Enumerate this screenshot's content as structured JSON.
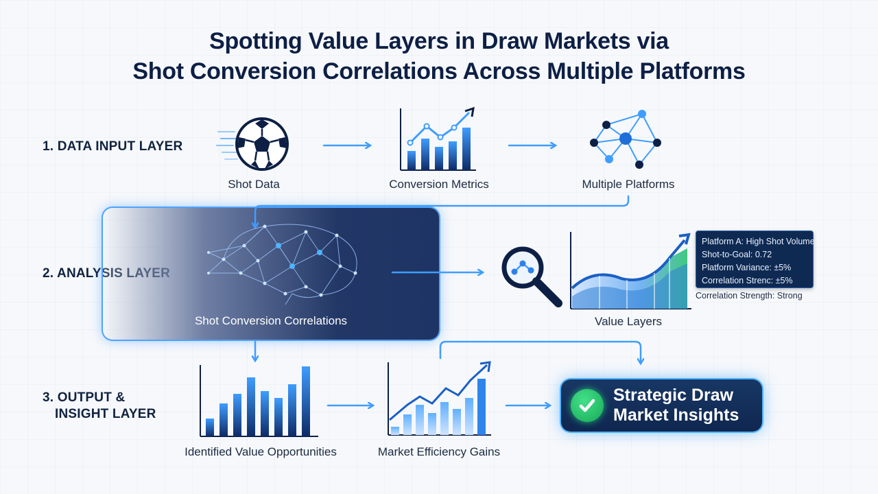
{
  "title": {
    "line1": "Spotting Value Layers in Draw Markets via",
    "line2": "Shot Conversion Correlations Across Multiple Platforms"
  },
  "layers": {
    "input": "1. DATA INPUT LAYER",
    "analysis": "2. ANALYSIS LAYER",
    "output_line1": "3. OUTPUT &",
    "output_line2": "INSIGHT LAYER"
  },
  "nodes": {
    "shot_data": "Shot Data",
    "conversion_metrics": "Conversion Metrics",
    "multiple_platforms": "Multiple Platforms",
    "shot_conversion_correlations": "Shot Conversion Correlations",
    "value_layers": "Value Layers",
    "identified_value_opportunities": "Identified Value Opportunities",
    "market_efficiency_gains": "Market Efficiency Gains"
  },
  "callout": {
    "line1": "Platform A: High Shot Volume",
    "line2": "Shot-to-Goal: 0.72",
    "line3": "Platform Variance: ±5%",
    "line4": "Correlation Strenc: ±5%",
    "footer": "Correlation Strength: Strong"
  },
  "insight": {
    "line1": "Strategic Draw",
    "line2": "Market Insights"
  },
  "colors": {
    "accent_blue": "#3f9dff",
    "navy": "#0d1f44",
    "success_green": "#1fc468"
  },
  "icons": [
    "soccer-ball-icon",
    "bar-chart-icon",
    "network-icon",
    "brain-network-icon",
    "magnifier-icon",
    "area-chart-icon",
    "check-icon"
  ]
}
